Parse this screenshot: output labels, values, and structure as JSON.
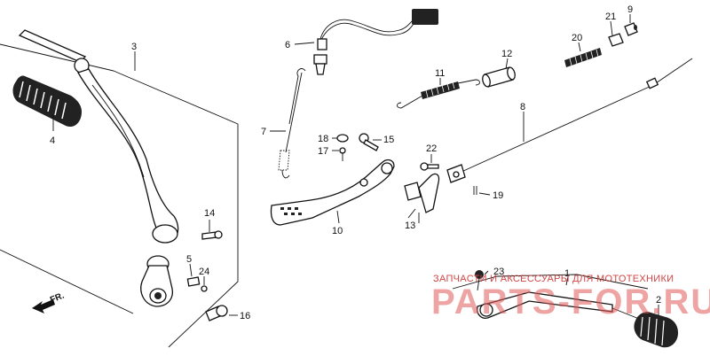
{
  "callouts": {
    "p1": "1",
    "p2": "2",
    "p3": "3",
    "p4": "4",
    "p5": "5",
    "p6": "6",
    "p7": "7",
    "p8": "8",
    "p9": "9",
    "p10": "10",
    "p11": "11",
    "p12": "12",
    "p13": "13",
    "p14": "14",
    "p15": "15",
    "p16": "16",
    "p17": "17",
    "p18": "18",
    "p20": "20",
    "p21": "21",
    "p22": "22",
    "p23": "23",
    "p24": "24",
    "p19": "19"
  },
  "direction_label": "FR.",
  "watermark": {
    "caption": "ЗАПЧАСТИ И АКСЕССУАРЫ ДЛЯ МОТОТЕХНИКИ",
    "brand": "PARTS-FOR.RU"
  },
  "colors": {
    "line": "#111111",
    "watermark": "#e35a5a"
  }
}
